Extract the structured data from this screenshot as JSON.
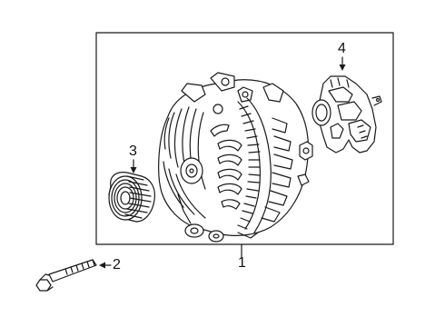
{
  "diagram": {
    "callouts": [
      {
        "id": "1",
        "label": "1"
      },
      {
        "id": "2",
        "label": "2"
      },
      {
        "id": "3",
        "label": "3"
      },
      {
        "id": "4",
        "label": "4"
      }
    ],
    "line_color": "#1a1a1a",
    "background": "#ffffff"
  }
}
